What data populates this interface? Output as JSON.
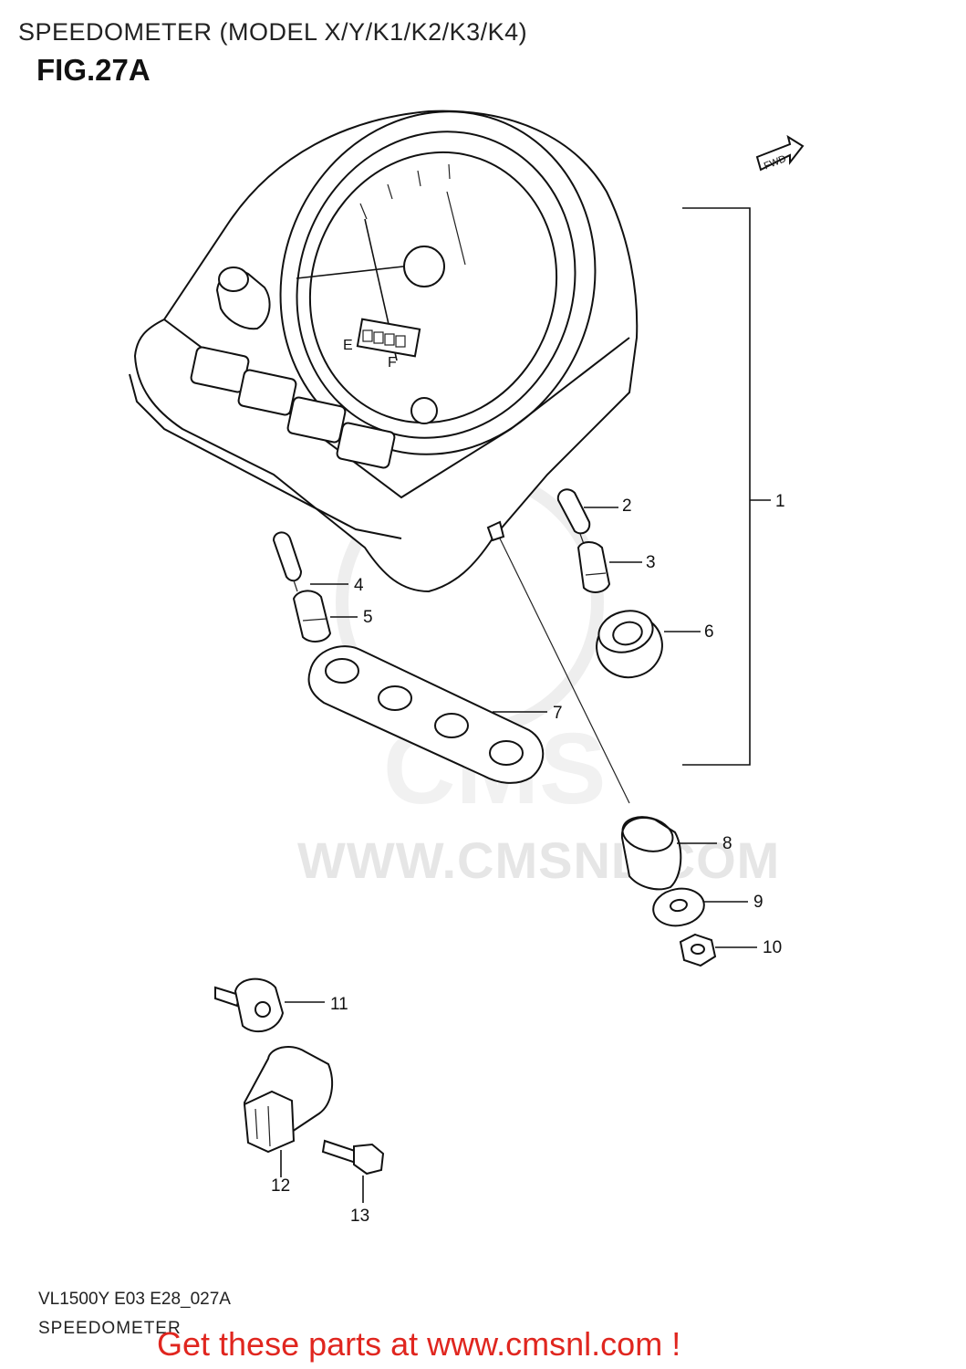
{
  "header": {
    "title": "SPEEDOMETER (MODEL X/Y/K1/K2/K3/K4)",
    "figure": "FIG.27A"
  },
  "footer": {
    "code": "VL1500Y E03 E28_027A",
    "name": "SPEEDOMETER",
    "promo": "Get these parts at www.cmsnl.com !"
  },
  "watermark": {
    "brand": "CMS",
    "url": "WWW.CMSNL.COM"
  },
  "direction_label": "FWD",
  "gauge_labels": {
    "empty": "E",
    "full": "F"
  },
  "callouts": [
    "1",
    "2",
    "3",
    "4",
    "5",
    "6",
    "7",
    "8",
    "9",
    "10",
    "11",
    "12",
    "13"
  ],
  "colors": {
    "promo": "#e0261f",
    "line": "#111111",
    "watermark": "#e6e6e6"
  }
}
